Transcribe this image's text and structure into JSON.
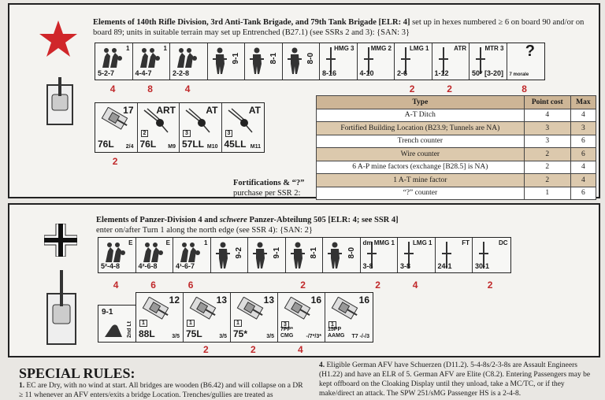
{
  "russian": {
    "header_bold": "Elements of 140th Rifle Division, 3rd Anti-Tank Brigade, and 79th Tank Brigade [ELR: 4]",
    "header_rest": " set up in hexes numbered ≥ 6 on board 90 and/or on board 89; units in suitable terrain may set up Entrenched (B27.1) (see SSRs 2 and 3):  {SAN: 3}",
    "row1": [
      {
        "label": "5-2-7",
        "corner": "1",
        "qty": "4"
      },
      {
        "label": "4-4-7",
        "corner": "1",
        "qty": "8"
      },
      {
        "label": "2-2-8",
        "corner": "",
        "qty": "4"
      },
      {
        "label": "",
        "side": "9-1",
        "qty": ""
      },
      {
        "label": "",
        "side": "8-1",
        "qty": ""
      },
      {
        "label": "",
        "side": "8-0",
        "qty": ""
      },
      {
        "label": "8-16",
        "corner": "HMG 3",
        "qty": ""
      },
      {
        "label": "4-10",
        "corner": "MMG 2",
        "qty": ""
      },
      {
        "label": "2-6",
        "corner": "LMG 1",
        "qty": "2"
      },
      {
        "label": "1-12",
        "corner": "ATR",
        "qty": "2"
      },
      {
        "label": "50* [3-20]",
        "corner": "MTR 3",
        "qty": ""
      },
      {
        "label": "7 morale",
        "corner": "?",
        "qty": "8"
      }
    ],
    "row2": [
      {
        "gun": "76L",
        "top": "17",
        "sub": "2/4",
        "type": "",
        "qty": "2"
      },
      {
        "gun": "76L",
        "top": "ART",
        "sub": "M9",
        "type": "2",
        "qty": ""
      },
      {
        "gun": "57LL",
        "top": "AT",
        "sub": "M10",
        "type": "3",
        "qty": ""
      },
      {
        "gun": "45LL",
        "top": "AT",
        "sub": "M11",
        "type": "3",
        "qty": ""
      }
    ],
    "fort_label": "Fortifications & “?”",
    "fort_sub": "purchase per SSR 2:",
    "table": {
      "headers": [
        "Type",
        "Point cost",
        "Max"
      ],
      "rows": [
        [
          "A-T Ditch",
          "4",
          "4"
        ],
        [
          "Fortified Building Location (B23.9; Tunnels are NA)",
          "3",
          "3"
        ],
        [
          "Trench counter",
          "3",
          "6"
        ],
        [
          "Wire counter",
          "2",
          "6"
        ],
        [
          "6 A-P mine factors (exchange [B28.5] is NA)",
          "2",
          "4"
        ],
        [
          "1 A-T mine factor",
          "2",
          "4"
        ],
        [
          "“?” counter",
          "1",
          "6"
        ]
      ]
    }
  },
  "german": {
    "header_a": "Elements of Panzer-Division 4 and ",
    "header_i": "schwere",
    "header_b": " Panzer-Abteilung 505 [ELR: 4; see SSR 4]",
    "header_rest": "enter on/after Turn 1 along the north edge (see SSR 4): {SAN: 2}",
    "row1": [
      {
        "label": "5²-4-8",
        "corner": "E",
        "qty": "4"
      },
      {
        "label": "4²-6-8",
        "corner": "E",
        "qty": "6"
      },
      {
        "label": "4¹-6-7",
        "corner": "1",
        "qty": "6"
      },
      {
        "label": "",
        "side": "9-2",
        "qty": ""
      },
      {
        "label": "",
        "side": "9-1",
        "qty": ""
      },
      {
        "label": "",
        "side": "8-1",
        "qty": "2"
      },
      {
        "label": "",
        "side": "8-0",
        "qty": ""
      },
      {
        "label": "3-8",
        "corner": "dm MMG 1",
        "qty": "2"
      },
      {
        "label": "3-8",
        "corner": "LMG 1",
        "qty": "4"
      },
      {
        "label": "24-1",
        "corner": "FT",
        "qty": ""
      },
      {
        "label": "30-1",
        "corner": "DC",
        "qty": "2"
      }
    ],
    "leader": {
      "label": "9-1",
      "side": "2nd Lt"
    },
    "row2": [
      {
        "gun": "88L",
        "top": "12",
        "sub": "3/5",
        "type": "1",
        "qty": ""
      },
      {
        "gun": "75L",
        "top": "13",
        "sub": "3/5",
        "type": "1",
        "qty": "2"
      },
      {
        "gun": "75*",
        "top": "13",
        "sub": "3/5",
        "type": "1",
        "qty": "2"
      },
      {
        "gun": "7PP* CMG",
        "top": "16",
        "sub": "-/7*/3*",
        "type": "3",
        "qty": "4"
      },
      {
        "gun": "15PP AAMG",
        "top": "16",
        "sub": "T7 -/-/3",
        "type": "1",
        "qty": ""
      }
    ]
  },
  "rules": {
    "title": "SPECIAL RULES:",
    "r1_num": "1.",
    "r1": " EC are Dry, with no wind at start. All bridges are wooden (B6.42) and will collapse on a DR ≥ 11 whenever an AFV enters/exits a bridge Location. Trenches/gullies are treated as",
    "r4_num": "4.",
    "r4": " Eligible German AFV have Schuerzen (D11.2). 5-4-8s/2-3-8s are Assault Engineers (H1.22) and have an ELR of 5. German AFV are Elite (C8.2). Entering Passengers may be kept offboard on the Cloaking Display until they unload, take a MC/TC, or if they make/direct an attack. The SPW 251/sMG Passenger HS is a 2-4-8."
  },
  "colors": {
    "red": "#c0282a",
    "tan": "#cdb596"
  }
}
